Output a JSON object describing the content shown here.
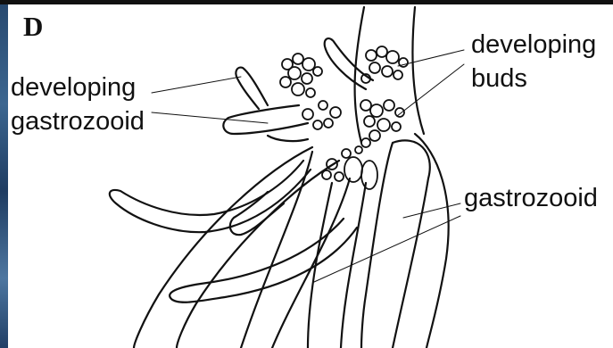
{
  "panel_letter": "D",
  "labels": {
    "developing_gastrozooid_line1": "developing",
    "developing_gastrozooid_line2": "gastrozooid",
    "developing_buds_line1": "developing",
    "developing_buds_line2": "buds",
    "gastrozooid": "gastrozooid"
  },
  "colors": {
    "ink": "#111111",
    "background": "#ffffff",
    "left_strip": "#2e5580"
  }
}
